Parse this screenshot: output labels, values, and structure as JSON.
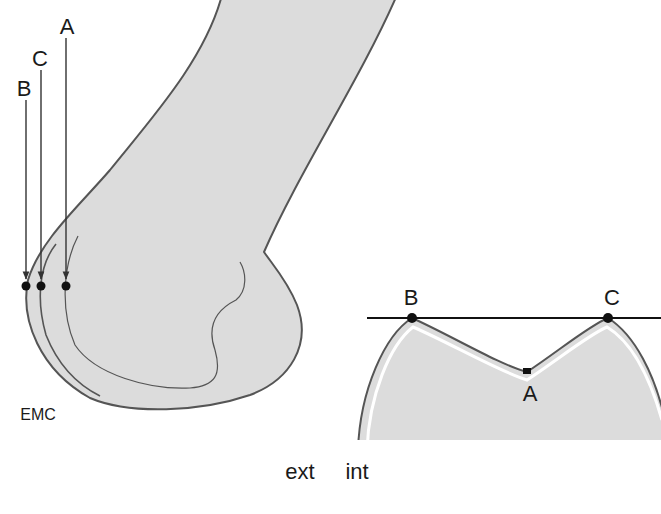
{
  "diagram": {
    "labels": [
      "A",
      "C",
      "B",
      "B",
      "C",
      "A",
      "EMC",
      "ext",
      "int"
    ]
  }
}
